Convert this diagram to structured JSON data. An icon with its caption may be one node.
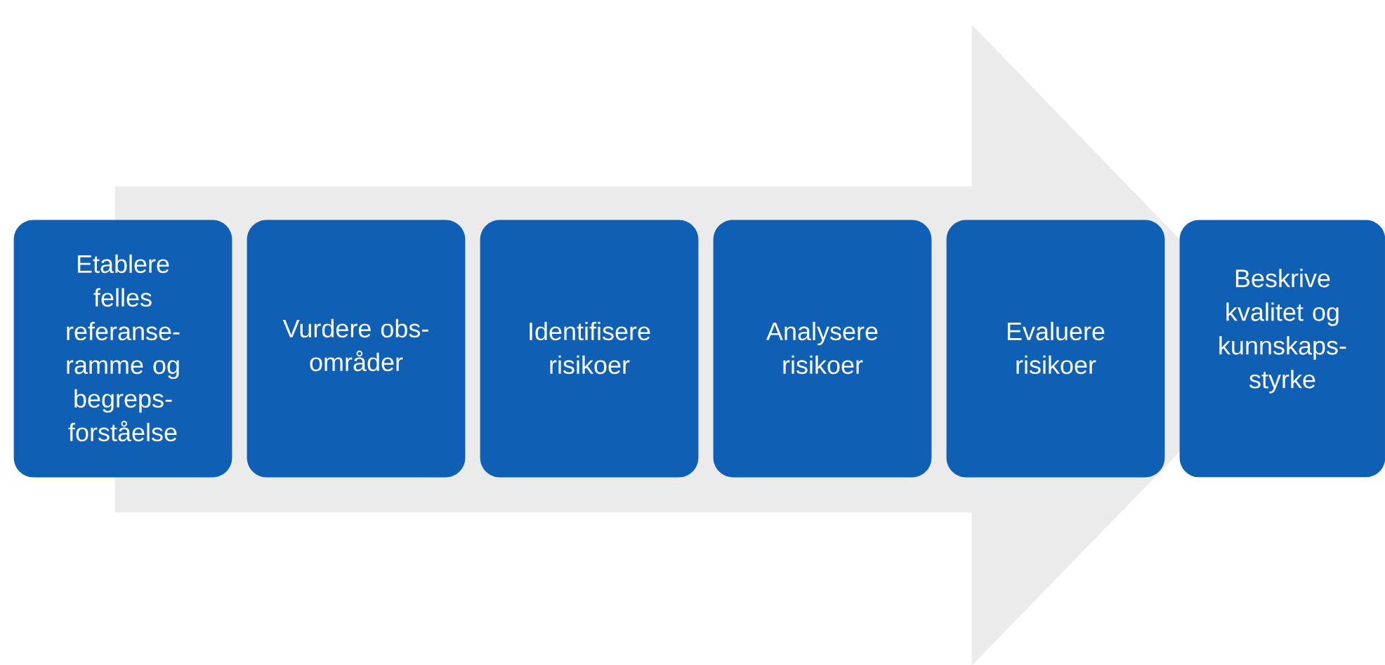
{
  "diagram": {
    "nodes": [
      {
        "text": [
          "Etablere felles referanse- ramme og begreps- forståelse"
        ]
      },
      {
        "text": [
          "Vurdere obs- områder"
        ]
      },
      {
        "text": [
          "Identifisere risikoer"
        ]
      },
      {
        "text": [
          "Analysere risikoer"
        ]
      },
      {
        "text": [
          "Evaluere risikoer"
        ]
      },
      {
        "text": [
          "Beskrive kvalitet og kunnskaps- styrke"
        ]
      }
    ],
    "edges": [
      {
        "from": 0,
        "to": 5,
        "arrow": "to"
      }
    ]
  }
}
